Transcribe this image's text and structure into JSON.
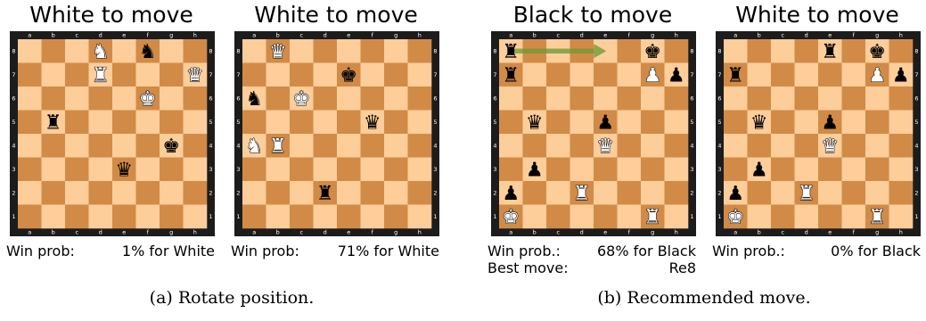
{
  "boards": [
    {
      "title": "White to move",
      "stats": [
        {
          "label": "Win prob:",
          "value": "1% for White"
        }
      ],
      "pieces": [
        {
          "square": "d8",
          "piece": "N"
        },
        {
          "square": "f8",
          "piece": "n"
        },
        {
          "square": "d7",
          "piece": "R"
        },
        {
          "square": "h7",
          "piece": "Q"
        },
        {
          "square": "f6",
          "piece": "K"
        },
        {
          "square": "b5",
          "piece": "r"
        },
        {
          "square": "g4",
          "piece": "k"
        },
        {
          "square": "e3",
          "piece": "q"
        }
      ]
    },
    {
      "title": "White to move",
      "stats": [
        {
          "label": "Win prob:",
          "value": "71% for White"
        }
      ],
      "pieces": [
        {
          "square": "b8",
          "piece": "Q"
        },
        {
          "square": "e7",
          "piece": "k"
        },
        {
          "square": "a6",
          "piece": "n"
        },
        {
          "square": "c6",
          "piece": "K"
        },
        {
          "square": "f5",
          "piece": "q"
        },
        {
          "square": "a4",
          "piece": "N"
        },
        {
          "square": "b4",
          "piece": "R"
        },
        {
          "square": "d2",
          "piece": "r"
        }
      ]
    },
    {
      "title": "Black to move",
      "stats": [
        {
          "label": "Win prob.:",
          "value": "68% for Black"
        },
        {
          "label": "Best move:",
          "value": "Re8"
        }
      ],
      "arrow": {
        "from": "a8",
        "to": "e8",
        "color": "#6f9a34"
      },
      "pieces": [
        {
          "square": "a8",
          "piece": "r"
        },
        {
          "square": "g8",
          "piece": "k"
        },
        {
          "square": "a7",
          "piece": "r"
        },
        {
          "square": "g7",
          "piece": "P"
        },
        {
          "square": "h7",
          "piece": "p"
        },
        {
          "square": "b5",
          "piece": "q"
        },
        {
          "square": "e5",
          "piece": "p"
        },
        {
          "square": "e4",
          "piece": "Q"
        },
        {
          "square": "b3",
          "piece": "p"
        },
        {
          "square": "a2",
          "piece": "p"
        },
        {
          "square": "d2",
          "piece": "R"
        },
        {
          "square": "a1",
          "piece": "K"
        },
        {
          "square": "g1",
          "piece": "R"
        }
      ]
    },
    {
      "title": "White to move",
      "stats": [
        {
          "label": "Win prob.:",
          "value": "0% for Black"
        }
      ],
      "pieces": [
        {
          "square": "e8",
          "piece": "r"
        },
        {
          "square": "g8",
          "piece": "k"
        },
        {
          "square": "a7",
          "piece": "r"
        },
        {
          "square": "g7",
          "piece": "P"
        },
        {
          "square": "h7",
          "piece": "p"
        },
        {
          "square": "b5",
          "piece": "q"
        },
        {
          "square": "e5",
          "piece": "p"
        },
        {
          "square": "e4",
          "piece": "Q"
        },
        {
          "square": "b3",
          "piece": "p"
        },
        {
          "square": "a2",
          "piece": "p"
        },
        {
          "square": "d2",
          "piece": "R"
        },
        {
          "square": "a1",
          "piece": "K"
        },
        {
          "square": "g1",
          "piece": "R"
        }
      ]
    }
  ],
  "captions": {
    "a": "(a) Rotate position.",
    "b": "(b) Recommended move."
  },
  "files": [
    "a",
    "b",
    "c",
    "d",
    "e",
    "f",
    "g",
    "h"
  ],
  "ranks": [
    "8",
    "7",
    "6",
    "5",
    "4",
    "3",
    "2",
    "1"
  ],
  "colors": {
    "light": "#fdcd9a",
    "dark": "#d18b47",
    "frame": "#1c1c1c",
    "coord": "#ffffff"
  }
}
